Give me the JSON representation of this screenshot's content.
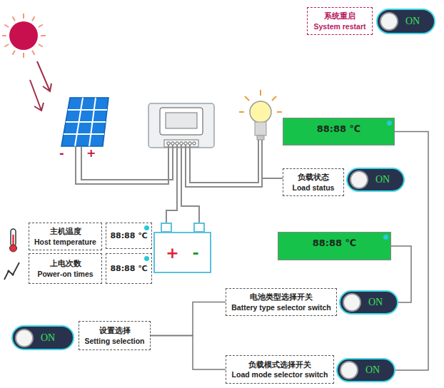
{
  "diagram": {
    "nodes": [
      {
        "text": [
          "系统重启",
          "System restart"
        ]
      },
      {
        "text": [
          "ON"
        ]
      },
      {
        "text": [
          "88:88 ℃"
        ]
      },
      {
        "text": [
          "负载状态",
          "Load status"
        ]
      },
      {
        "text": [
          "ON"
        ]
      },
      {
        "text": [
          "+",
          "-"
        ]
      },
      {
        "text": [
          "主机温度",
          "Host temperature"
        ]
      },
      {
        "text": [
          "88:88 ℃"
        ]
      },
      {
        "text": [
          "上电次数",
          "Power-on times"
        ]
      },
      {
        "text": [
          "88:88 ℃"
        ]
      },
      {
        "text": [
          "88:88 ℃"
        ]
      },
      {
        "text": [
          "电池类型选择开关",
          "Battery type selector switch"
        ]
      },
      {
        "text": [
          "ON"
        ]
      },
      {
        "text": [
          "ON"
        ]
      },
      {
        "text": [
          "设置选择",
          "Setting selection"
        ]
      },
      {
        "text": [
          "负载模式选择开关",
          "Load mode selector switch"
        ]
      },
      {
        "text": [
          "ON"
        ]
      }
    ],
    "edges": [
      {
        "from": 2,
        "to": 16,
        "arrow": "none"
      },
      {
        "from": 10,
        "to": 12,
        "arrow": "none"
      },
      {
        "from": 14,
        "to": 11,
        "arrow": "none"
      },
      {
        "from": 14,
        "to": 15,
        "arrow": "none"
      }
    ],
    "labels": [
      "-",
      "+"
    ]
  }
}
